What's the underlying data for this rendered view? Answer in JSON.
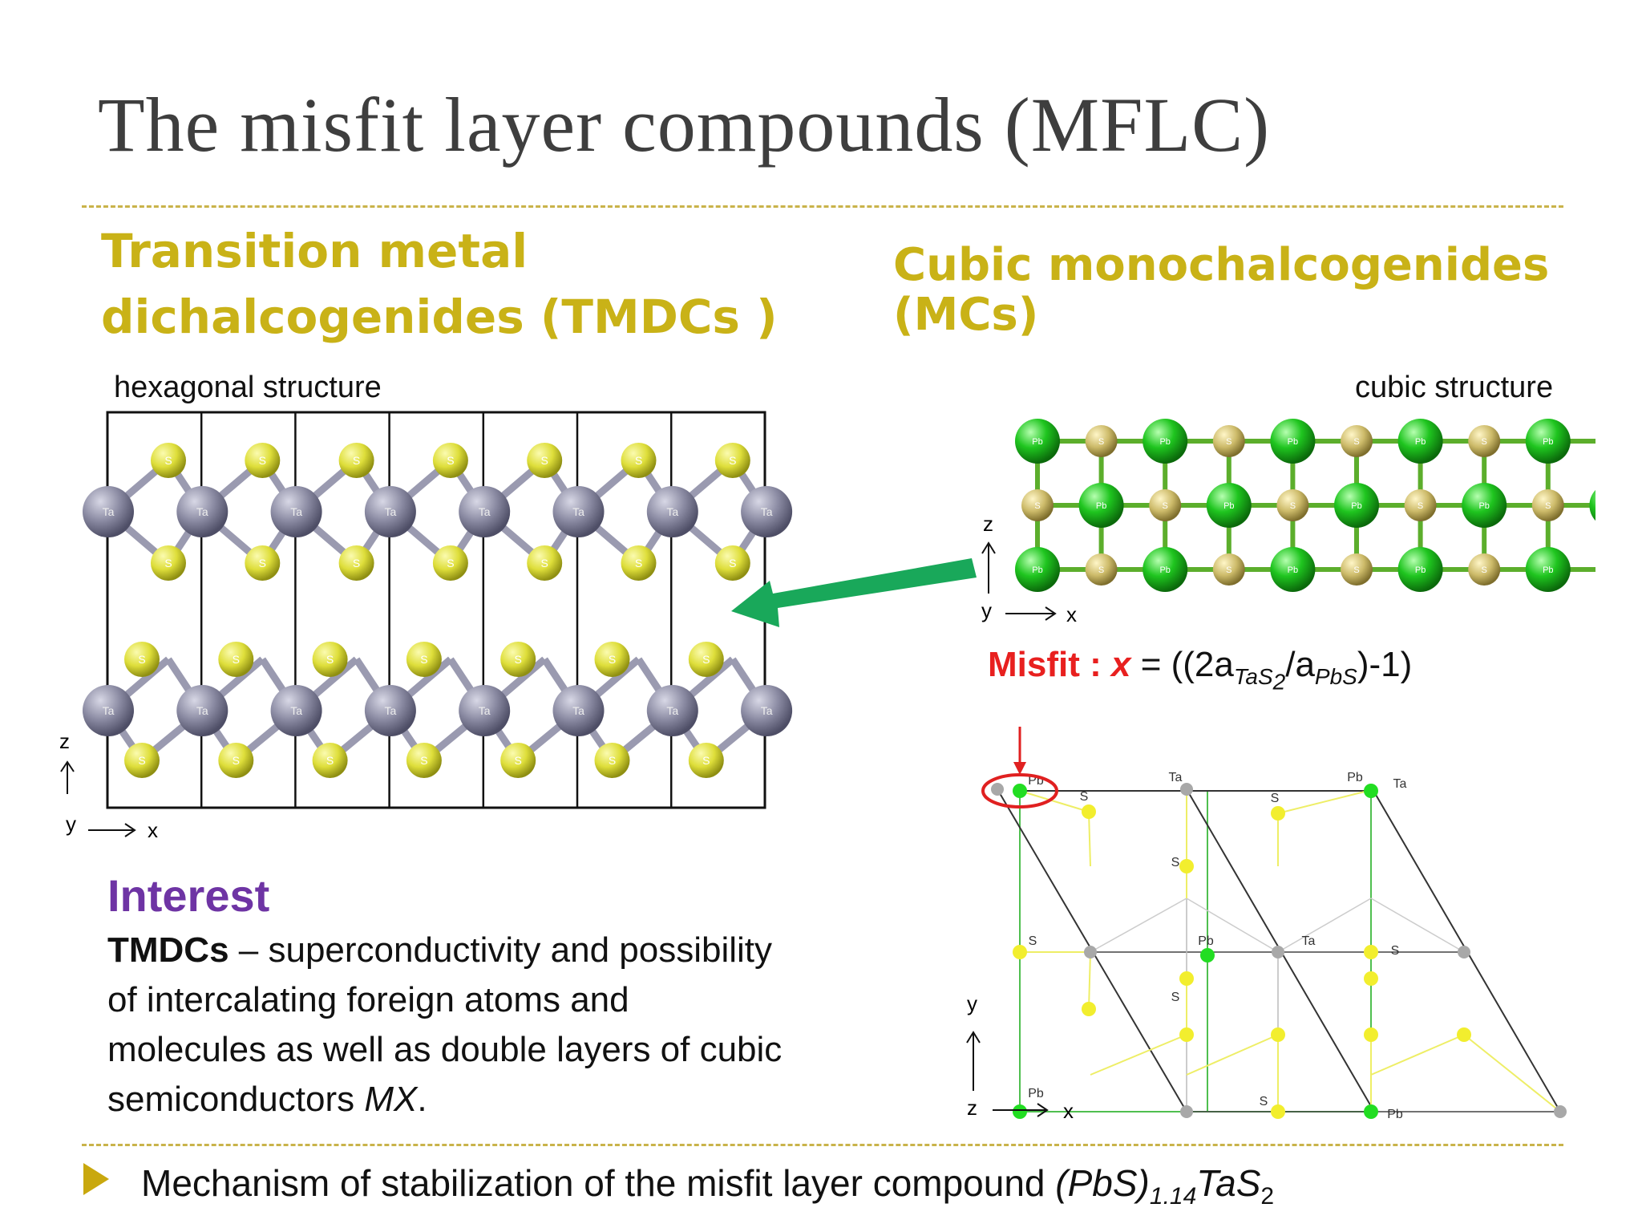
{
  "title": "The misfit layer compounds (MFLC)",
  "left_heading": [
    "Transition metal",
    "dichalcogenides (TMDCs )"
  ],
  "right_heading": [
    "Cubic monochalcogenides",
    "(MCs)"
  ],
  "hex_label": "hexagonal structure",
  "cubic_label": "cubic structure",
  "hex_atoms": {
    "metal": "Ta",
    "chalcogen": "S"
  },
  "cubic_atoms": {
    "metal": "Pb",
    "chalcogen": "S"
  },
  "axes": {
    "z": "z",
    "y": "y",
    "x": "x"
  },
  "misfit": {
    "label": "Misfit : ",
    "var": "x",
    "eq": " = ((2a",
    "sub1": "TaS",
    "sub1b": "2",
    "mid": "/a",
    "sub2": "PbS",
    "end": ")-1)"
  },
  "lattice_labels": {
    "pb": "Pb",
    "ta": "Ta",
    "s": "S"
  },
  "interest": {
    "title": "Interest",
    "bold": "TMDCs",
    "text": " – superconductivity and possibility of intercalating  foreign atoms and molecules as well as double layers of cubic semiconductors ",
    "italic": "MX",
    "end": "."
  },
  "bottom": {
    "text": "Mechanism of stabilization of the misfit layer compound ",
    "formula_a": "(PbS)",
    "formula_sub": "1.14",
    "formula_b": "TaS",
    "formula_sub2": "2"
  },
  "colors": {
    "title": "#3e3e3e",
    "heading": "#c9b217",
    "interest": "#6e34a4",
    "misfit_red": "#e8201f",
    "arrow_green": "#19a85a",
    "pb_green": "#22cc22",
    "s_yellow": "#e4e23e",
    "ta_grey": "#8a8aa2"
  }
}
